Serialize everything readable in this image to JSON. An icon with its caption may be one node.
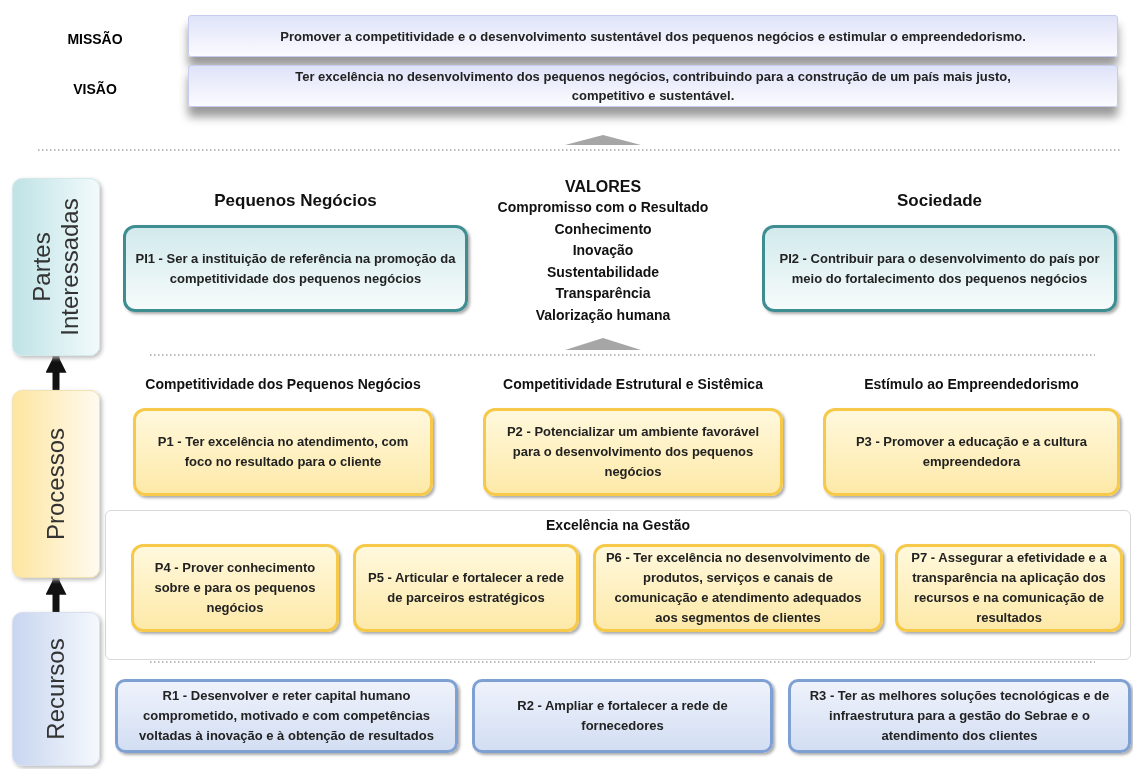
{
  "diagram": {
    "nodes": [
      {
        "text": [
          "Promover a competitividade e o desenvolvimento sustentável dos pequenos negócios e estimular o empreendedorismo."
        ]
      },
      {
        "text": [
          "Ter excelência no desenvolvimento dos pequenos negócios, contribuindo para a construção de um país mais justo, competitivo e sustentável."
        ]
      },
      {
        "text": [
          "Partes Interessadas"
        ]
      },
      {
        "text": [
          "Pequenos Negócios",
          "PI1 - Ser a instituição de referência na promoção da competitividade dos pequenos negócios"
        ]
      },
      {
        "text": [
          "Sociedade",
          "PI2 - Contribuir para o desenvolvimento do país por meio do fortalecimento dos pequenos negócios"
        ]
      },
      {
        "text": [
          "Processos"
        ]
      },
      {
        "text": [
          "Competitividade dos Pequenos Negócios",
          "P1 - Ter excelência no atendimento, com foco no resultado para o cliente"
        ]
      },
      {
        "text": [
          "Competitividade Estrutural e Sistêmica",
          "P2 - Potencializar um ambiente favorável para o desenvolvimento dos pequenos negócios"
        ]
      },
      {
        "text": [
          "Estímulo ao Empreendedorismo",
          "P3 - Promover a educação e a cultura empreendedora"
        ]
      },
      {
        "text": [
          "Excelência na Gestão"
        ]
      },
      {
        "text": [
          "P4 - Prover conhecimento sobre e para os pequenos negócios"
        ],
        "in": 9
      },
      {
        "text": [
          "P5 - Articular e fortalecer a rede de parceiros estratégicos"
        ],
        "in": 9
      },
      {
        "text": [
          "P6 - Ter excelência no desenvolvimento de produtos, serviços e canais de comunicação e atendimento adequados aos segmentos de clientes"
        ],
        "in": 9
      },
      {
        "text": [
          "P7 - Assegurar a efetividade e a transparência na aplicação dos recursos e na comunicação de resultados"
        ],
        "in": 9
      },
      {
        "text": [
          "Recursos"
        ]
      },
      {
        "text": [
          "R1 - Desenvolver e reter capital humano comprometido, motivado e com competências voltadas à inovação e à obtenção de resultados"
        ]
      },
      {
        "text": [
          "R2 - Ampliar e fortalecer a rede de fornecedores"
        ]
      },
      {
        "text": [
          "R3 - Ter as melhores soluções tecnológicas e de infraestrutura para a gestão do Sebrae e o atendimento dos clientes"
        ]
      }
    ],
    "edges": [
      {
        "from": 14,
        "to": 5,
        "arrow": "to"
      },
      {
        "from": 5,
        "to": 2,
        "arrow": "to"
      }
    ],
    "labels": [
      "MISSÃO",
      "VISÃO",
      "VALORES",
      "Compromisso com o Resultado",
      "Conhecimento",
      "Inovação",
      "Sustentabilidade",
      "Transparência",
      "Valorização humana"
    ]
  }
}
